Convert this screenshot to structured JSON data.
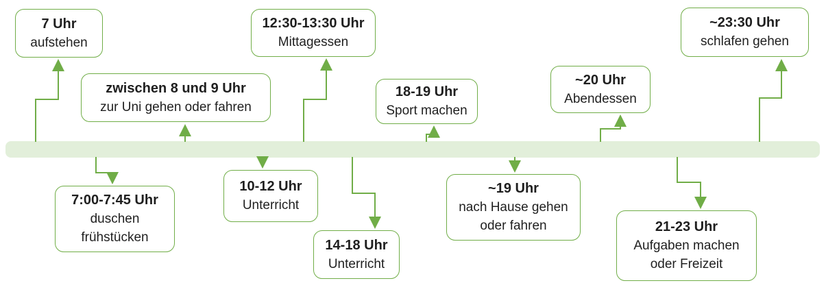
{
  "diagram_type": "daily-schedule-timeline",
  "language": "German",
  "colors": {
    "accent": "#70ad47",
    "timeline_bar": "#e2efda",
    "text": "#1f1f1f",
    "background": "#ffffff"
  },
  "events": [
    {
      "time": "7 Uhr",
      "activity_lines": [
        "aufstehen"
      ],
      "side": "above"
    },
    {
      "time": "7:00-7:45 Uhr",
      "activity_lines": [
        "duschen",
        "frühstücken"
      ],
      "side": "below"
    },
    {
      "time": "zwischen 8 und 9 Uhr",
      "activity_lines": [
        "zur Uni gehen oder fahren"
      ],
      "side": "above"
    },
    {
      "time": "10-12 Uhr",
      "activity_lines": [
        "Unterricht"
      ],
      "side": "below"
    },
    {
      "time": "12:30-13:30 Uhr",
      "activity_lines": [
        "Mittagessen"
      ],
      "side": "above"
    },
    {
      "time": "14-18 Uhr",
      "activity_lines": [
        "Unterricht"
      ],
      "side": "below"
    },
    {
      "time": "18-19 Uhr",
      "activity_lines": [
        "Sport machen"
      ],
      "side": "above"
    },
    {
      "time": "~19 Uhr",
      "activity_lines": [
        "nach Hause gehen",
        "oder fahren"
      ],
      "side": "below"
    },
    {
      "time": "~20 Uhr",
      "activity_lines": [
        "Abendessen"
      ],
      "side": "above"
    },
    {
      "time": "21-23 Uhr",
      "activity_lines": [
        "Aufgaben machen",
        "oder Freizeit"
      ],
      "side": "below"
    },
    {
      "time": "~23:30 Uhr",
      "activity_lines": [
        "schlafen gehen"
      ],
      "side": "above"
    }
  ]
}
